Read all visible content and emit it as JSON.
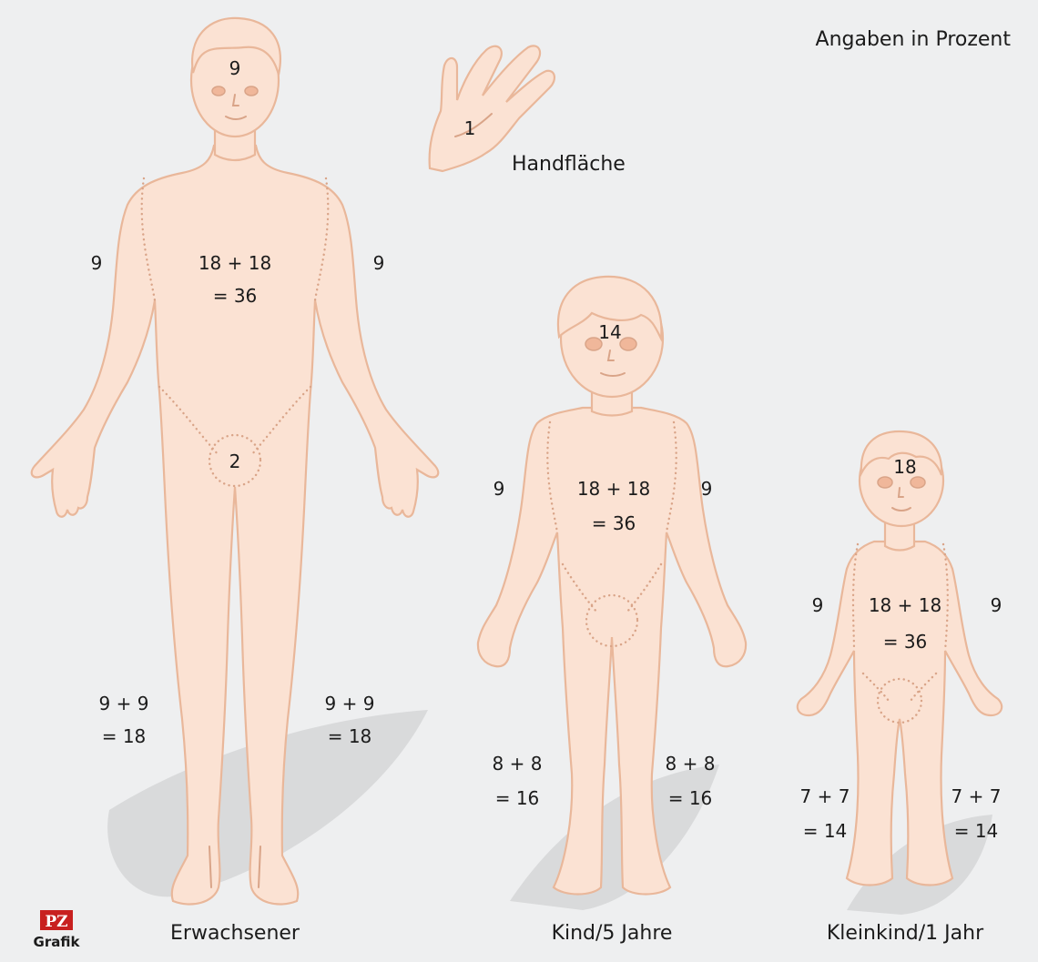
{
  "header": {
    "units_note": "Angaben in Prozent"
  },
  "hand": {
    "value": "1",
    "label": "Handfläche"
  },
  "adult": {
    "caption": "Erwachsener",
    "head": "9",
    "arm_left": "9",
    "arm_right": "9",
    "torso_line1": "18 + 18",
    "torso_line2": "= 36",
    "genital": "2",
    "leg_left_line1": "9 + 9",
    "leg_left_line2": "= 18",
    "leg_right_line1": "9 + 9",
    "leg_right_line2": "= 18"
  },
  "child": {
    "caption": "Kind/5 Jahre",
    "head": "14",
    "arm_left": "9",
    "arm_right": "9",
    "torso_line1": "18 + 18",
    "torso_line2": "= 36",
    "leg_left_line1": "8 + 8",
    "leg_left_line2": "= 16",
    "leg_right_line1": "8 + 8",
    "leg_right_line2": "= 16"
  },
  "toddler": {
    "caption": "Kleinkind/1 Jahr",
    "head": "18",
    "arm_left": "9",
    "arm_right": "9",
    "torso_line1": "18 + 18",
    "torso_line2": "= 36",
    "leg_left_line1": "7 + 7",
    "leg_left_line2": "= 14",
    "leg_right_line1": "7 + 7",
    "leg_right_line2": "= 14"
  },
  "logo": {
    "line1": "PZ",
    "line2": "Grafik"
  },
  "colors": {
    "skin": "#fbe2d3",
    "outline": "#e9b79a",
    "background": "#eeeff0",
    "logo_red": "#c8201f"
  }
}
